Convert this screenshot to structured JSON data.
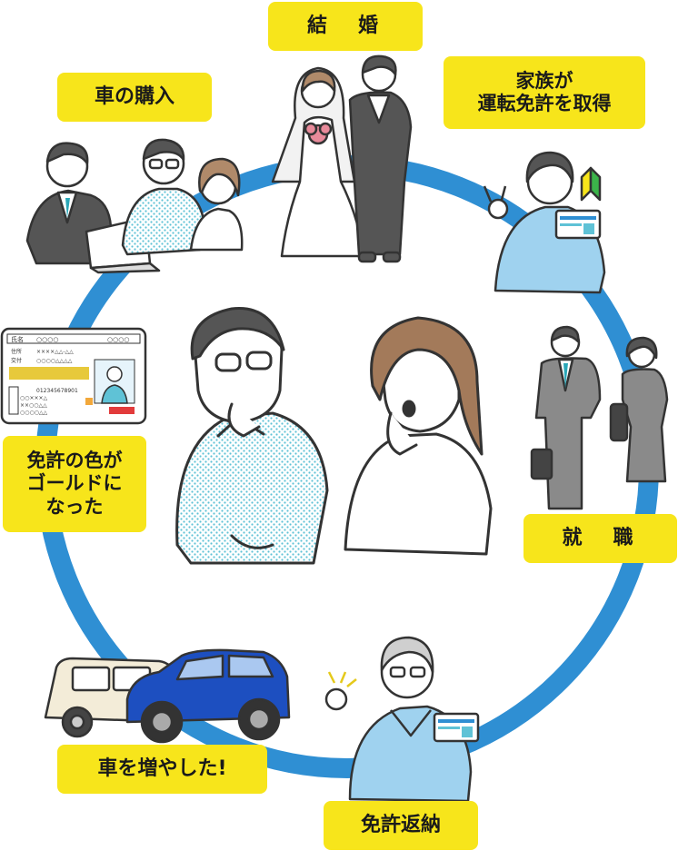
{
  "labels": {
    "marriage": "結　婚",
    "family_license": "家族が\n運転免許を取得",
    "car_purchase": "車の購入",
    "gold_license": "免許の色が\nゴールドに\nなった",
    "employment": "就　職",
    "added_car": "車を増やした!",
    "license_return": "免許返納"
  },
  "license_card": {
    "name_field": "氏名",
    "name_value": "○○○○",
    "date_value": "○○○○",
    "address_field": "住所",
    "address_value": "××××△△-△△",
    "issue_field": "交付",
    "issue_value": "○○○○△△△△",
    "number": "012345678901",
    "rows": [
      "○○×××△",
      "××○○△△",
      "○○○○△△"
    ]
  },
  "colors": {
    "ring": "#2f8fd3",
    "label_bg": "#f7e51b",
    "card_blue": "#2f8fd3",
    "gold_strip": "#e7c93b"
  }
}
